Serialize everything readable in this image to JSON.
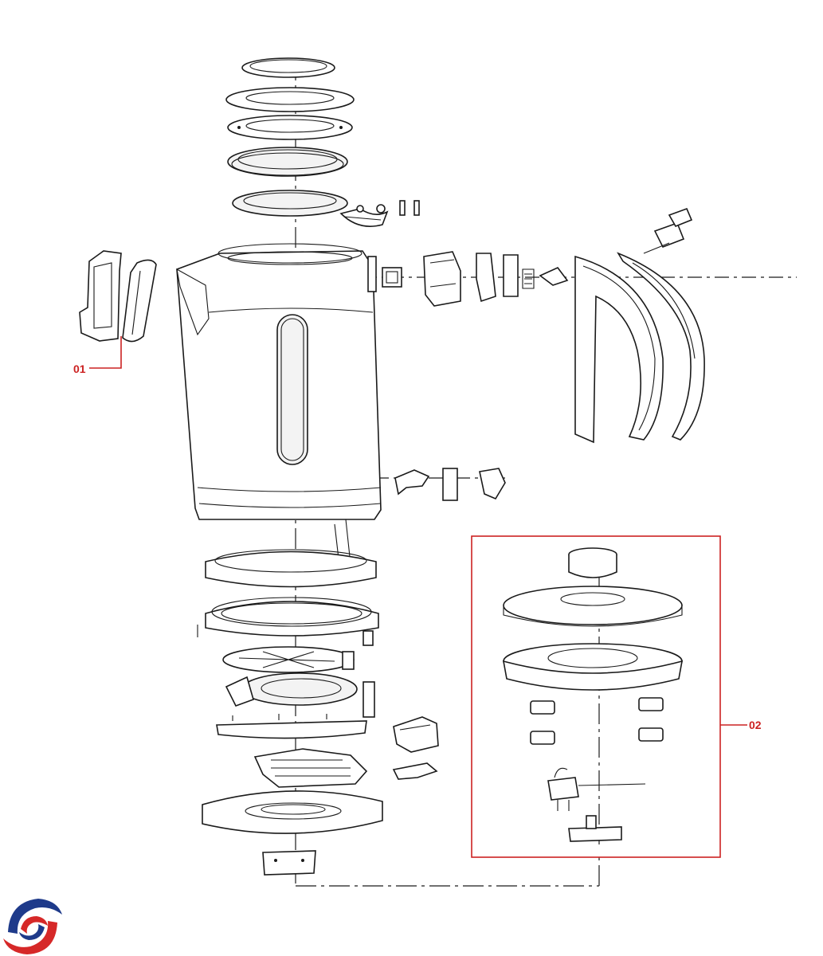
{
  "diagram": {
    "callouts": [
      {
        "id": "01",
        "label": "01",
        "target": "handle-side-parts"
      },
      {
        "id": "02",
        "label": "02",
        "target": "base-assembly-group"
      }
    ],
    "colors": {
      "line": "#1a1a1a",
      "callout": "#cc2222",
      "background": "#ffffff",
      "logo_blue": "#1e3a8a",
      "logo_red": "#d62828"
    },
    "logo": {
      "icon": "swirl-logo-icon"
    }
  }
}
